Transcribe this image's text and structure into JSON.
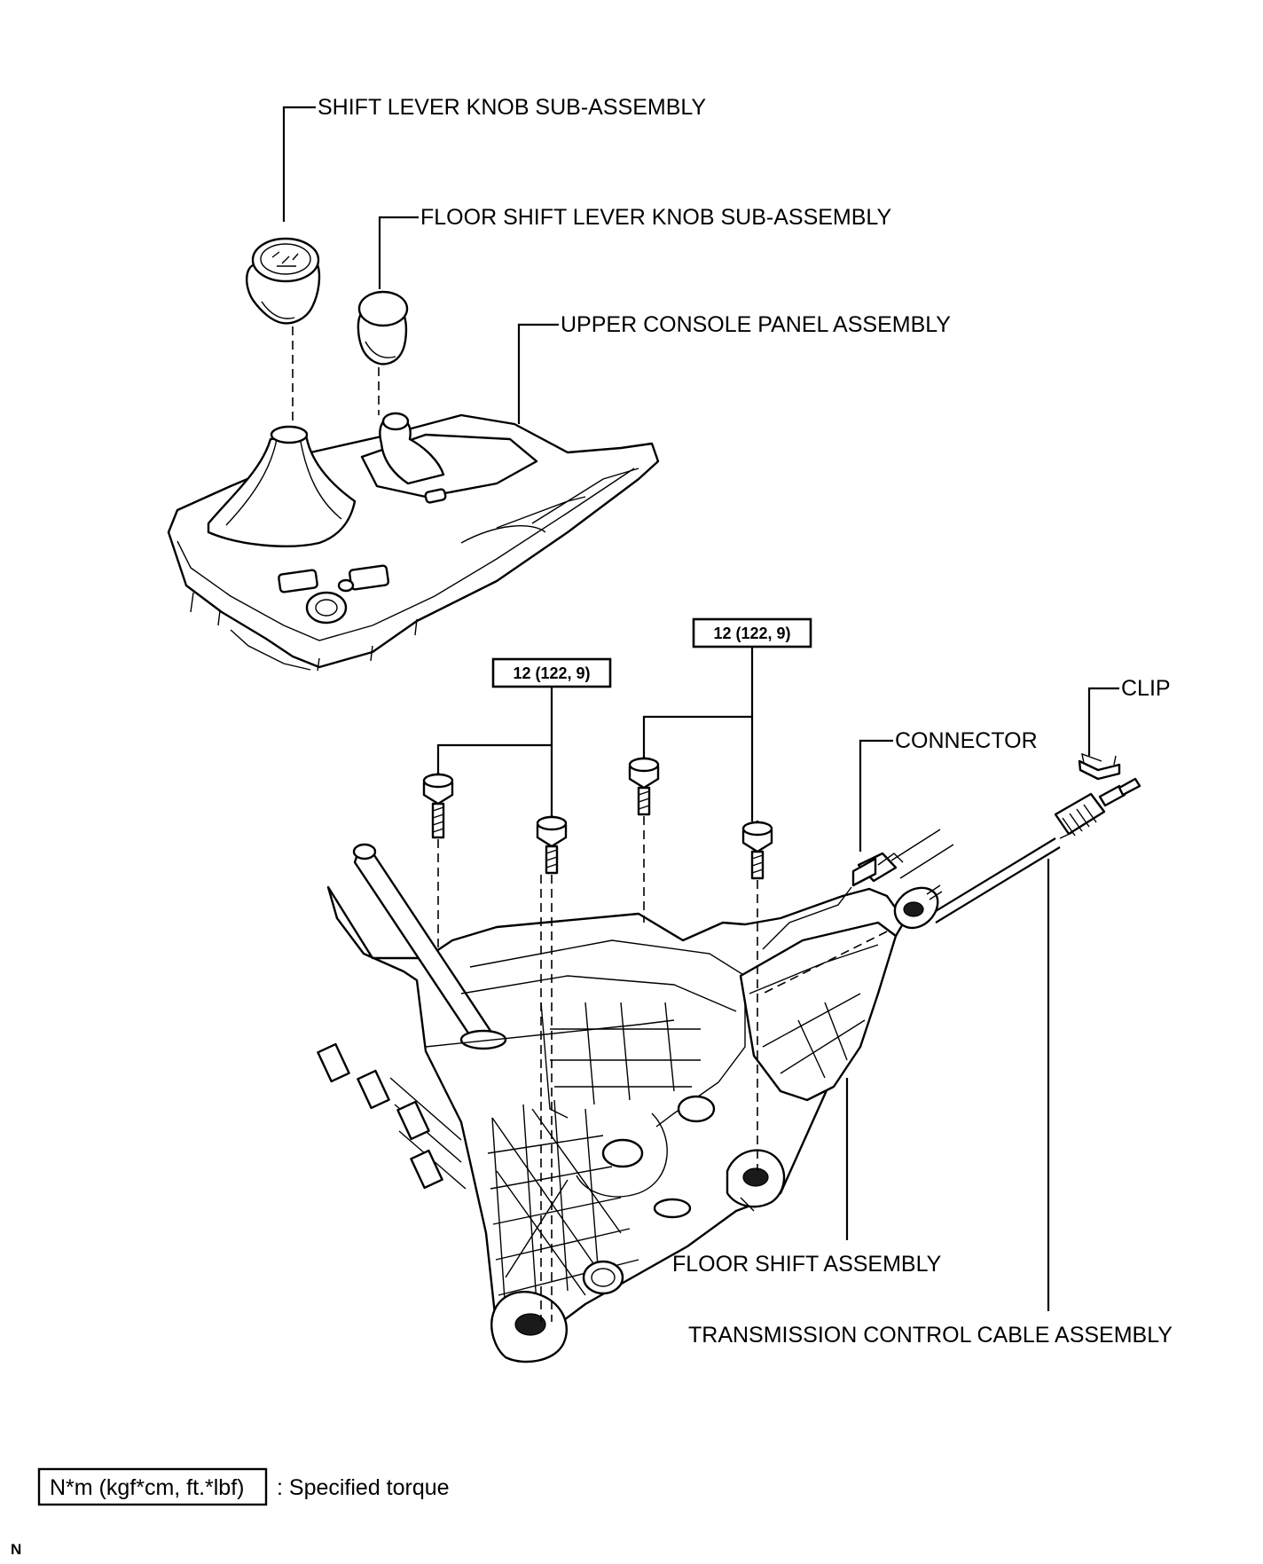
{
  "labels": {
    "shift_lever_knob": "SHIFT LEVER KNOB SUB-ASSEMBLY",
    "floor_shift_lever_knob": "FLOOR SHIFT LEVER KNOB SUB-ASSEMBLY",
    "upper_console_panel": "UPPER CONSOLE PANEL ASSEMBLY",
    "clip": "CLIP",
    "connector": "CONNECTOR",
    "floor_shift_assembly": "FLOOR SHIFT ASSEMBLY",
    "transmission_control_cable": "TRANSMISSION CONTROL CABLE ASSEMBLY"
  },
  "torque_specs": [
    {
      "value": "12 (122, 9)"
    },
    {
      "value": "12 (122, 9)"
    }
  ],
  "legend": {
    "box_text": "N*m (kgf*cm, ft.*lbf)",
    "description": ": Specified torque"
  },
  "corner_mark": "N"
}
